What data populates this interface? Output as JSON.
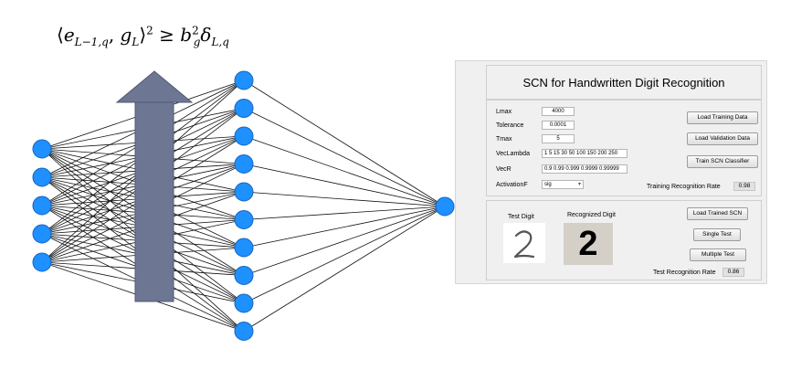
{
  "formula": {
    "lhs_base": "e",
    "lhs_sub": "L−1,q",
    "g": "g",
    "g_sub": "L",
    "power": "2",
    "geq": "≥",
    "b": "b",
    "b_sup": "2",
    "b_sub": "g",
    "delta": "δ",
    "delta_sub": "L,q"
  },
  "network": {
    "input_nodes": 5,
    "hidden_nodes": 10,
    "output_nodes": 1,
    "node_color": "#1e90ff",
    "arrow_color": "#65708f"
  },
  "gui": {
    "title": "SCN for Handwritten Digit Recognition",
    "params": {
      "lmax_label": "Lmax",
      "lmax_value": "4000",
      "tolerance_label": "Tolerance",
      "tolerance_value": "0.0001",
      "tmax_label": "Tmax",
      "tmax_value": "5",
      "veclambda_label": "VecLambda",
      "veclambda_value": "1 5 15 30 50 100 150 200 250",
      "vecr_label": "VecR",
      "vecr_value": "0.9 0.99 0.999 0.9999 0.99999",
      "activation_label": "ActivationF",
      "activation_value": "sig"
    },
    "buttons": {
      "load_training": "Load Training Data",
      "load_validation": "Load Validation Data",
      "train_classifier": "Train SCN Classifier",
      "load_trained": "Load Trained SCN",
      "single_test": "Single Test",
      "multiple_test": "Multiple Test"
    },
    "training_rate_label": "Training Recognition Rate",
    "training_rate_value": "0.98",
    "test_digit_label": "Test Digit",
    "recognized_digit_label": "Recognized Digit",
    "recognized_digit_value": "2",
    "test_rate_label": "Test Recognition Rate",
    "test_rate_value": "0.86"
  }
}
